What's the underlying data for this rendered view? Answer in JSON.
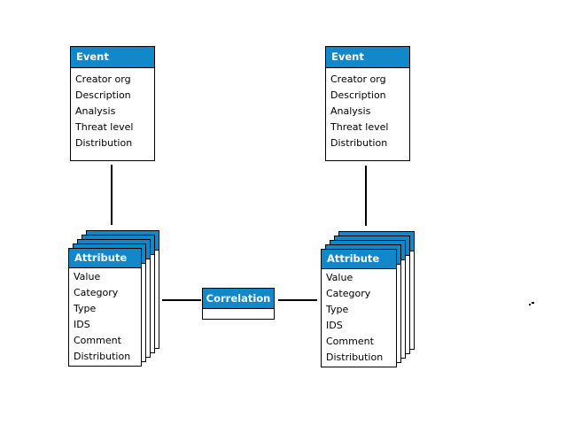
{
  "diagram": {
    "colors": {
      "background": "#ffffff",
      "accent_blue": "#1287c9",
      "line": "#000000",
      "header_text": "#ffffff",
      "body_text": "#000000"
    },
    "event_left": {
      "title": "Event",
      "fields": [
        "Creator org",
        "Description",
        "Analysis",
        "Threat level",
        "Distribution"
      ]
    },
    "event_right": {
      "title": "Event",
      "fields": [
        "Creator org",
        "Description",
        "Analysis",
        "Threat level",
        "Distribution"
      ]
    },
    "attribute_left": {
      "title": "Attribute",
      "stack_count": 5,
      "fields": [
        "Value",
        "Category",
        "Type",
        "IDS",
        "Comment",
        "Distribution"
      ]
    },
    "attribute_right": {
      "title": "Attribute",
      "stack_count": 5,
      "fields": [
        "Value",
        "Category",
        "Type",
        "IDS",
        "Comment",
        "Distribution"
      ]
    },
    "correlation": {
      "title": "Correlation"
    }
  }
}
